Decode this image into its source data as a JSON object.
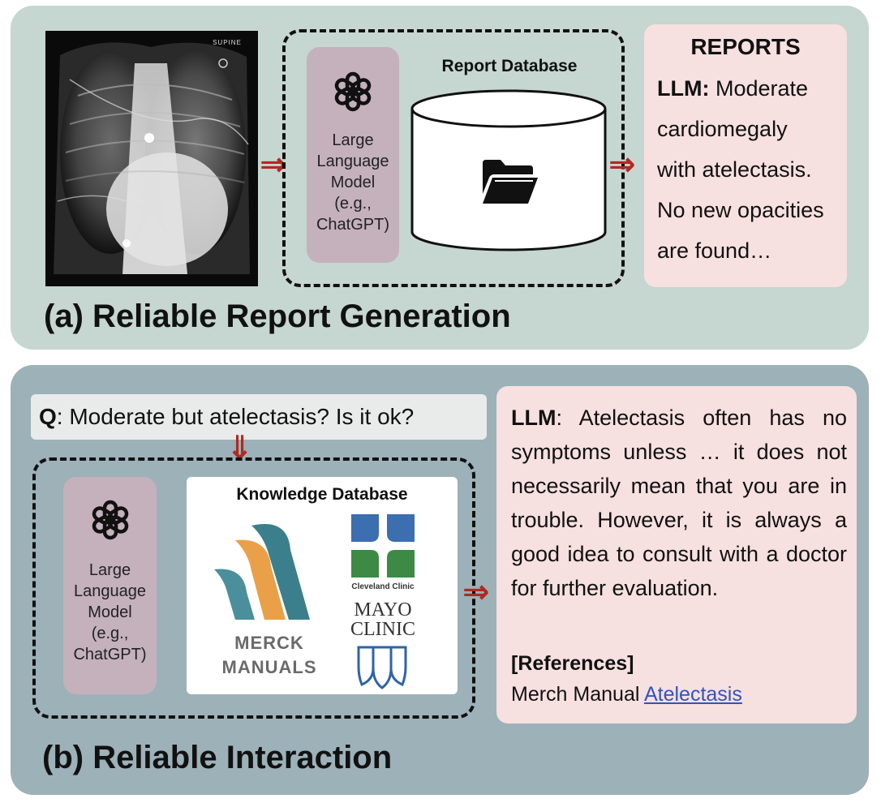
{
  "panel_a": {
    "caption": "(a) Reliable Report Generation",
    "xray_label": "SUPINE",
    "llm": {
      "line1": "Large",
      "line2": "Language",
      "line3": "Model",
      "line4": "(e.g.,",
      "line5": "ChatGPT)"
    },
    "db_title": "Report Database",
    "report": {
      "title": "REPORTS",
      "prefix": "LLM:",
      "line1": " Moderate",
      "line2": "cardiomegaly",
      "line3": "with atelectasis.",
      "line4": "No new opacities",
      "line5": "are found…"
    }
  },
  "panel_b": {
    "caption": "(b) Reliable Interaction",
    "question": {
      "prefix": "Q",
      "text": ": Moderate but atelectasis? Is it ok?"
    },
    "llm": {
      "line1": "Large",
      "line2": "Language",
      "line3": "Model",
      "line4": "(e.g.,",
      "line5": "ChatGPT)"
    },
    "kb_title": "Knowledge Database",
    "logos": {
      "merck_line1": "MERCK",
      "merck_line2": "MANUALS",
      "cleveland": "Cleveland Clinic",
      "mayo_line1": "MAYO",
      "mayo_line2": "CLINIC"
    },
    "answer": {
      "prefix": "LLM",
      "text": ": Atelectasis often has no symptoms unless … it does not necessarily mean that you are in trouble. However, it is always a good idea to consult with a doctor for further evaluation.",
      "references_label": "[References]",
      "ref_source": "Merch Manual ",
      "ref_link": "Atelectasis"
    }
  },
  "colors": {
    "panel_a_bg": "#c6d6d0",
    "panel_b_bg": "#9cb1b8",
    "llm_box": "#c4b1bc",
    "report_box": "#f7e0e0",
    "arrow": "#b3281f",
    "link": "#2e55c0"
  },
  "icons": [
    "openai-logo-icon",
    "folder-icon",
    "double-arrow-right-icon",
    "double-arrow-down-icon"
  ]
}
